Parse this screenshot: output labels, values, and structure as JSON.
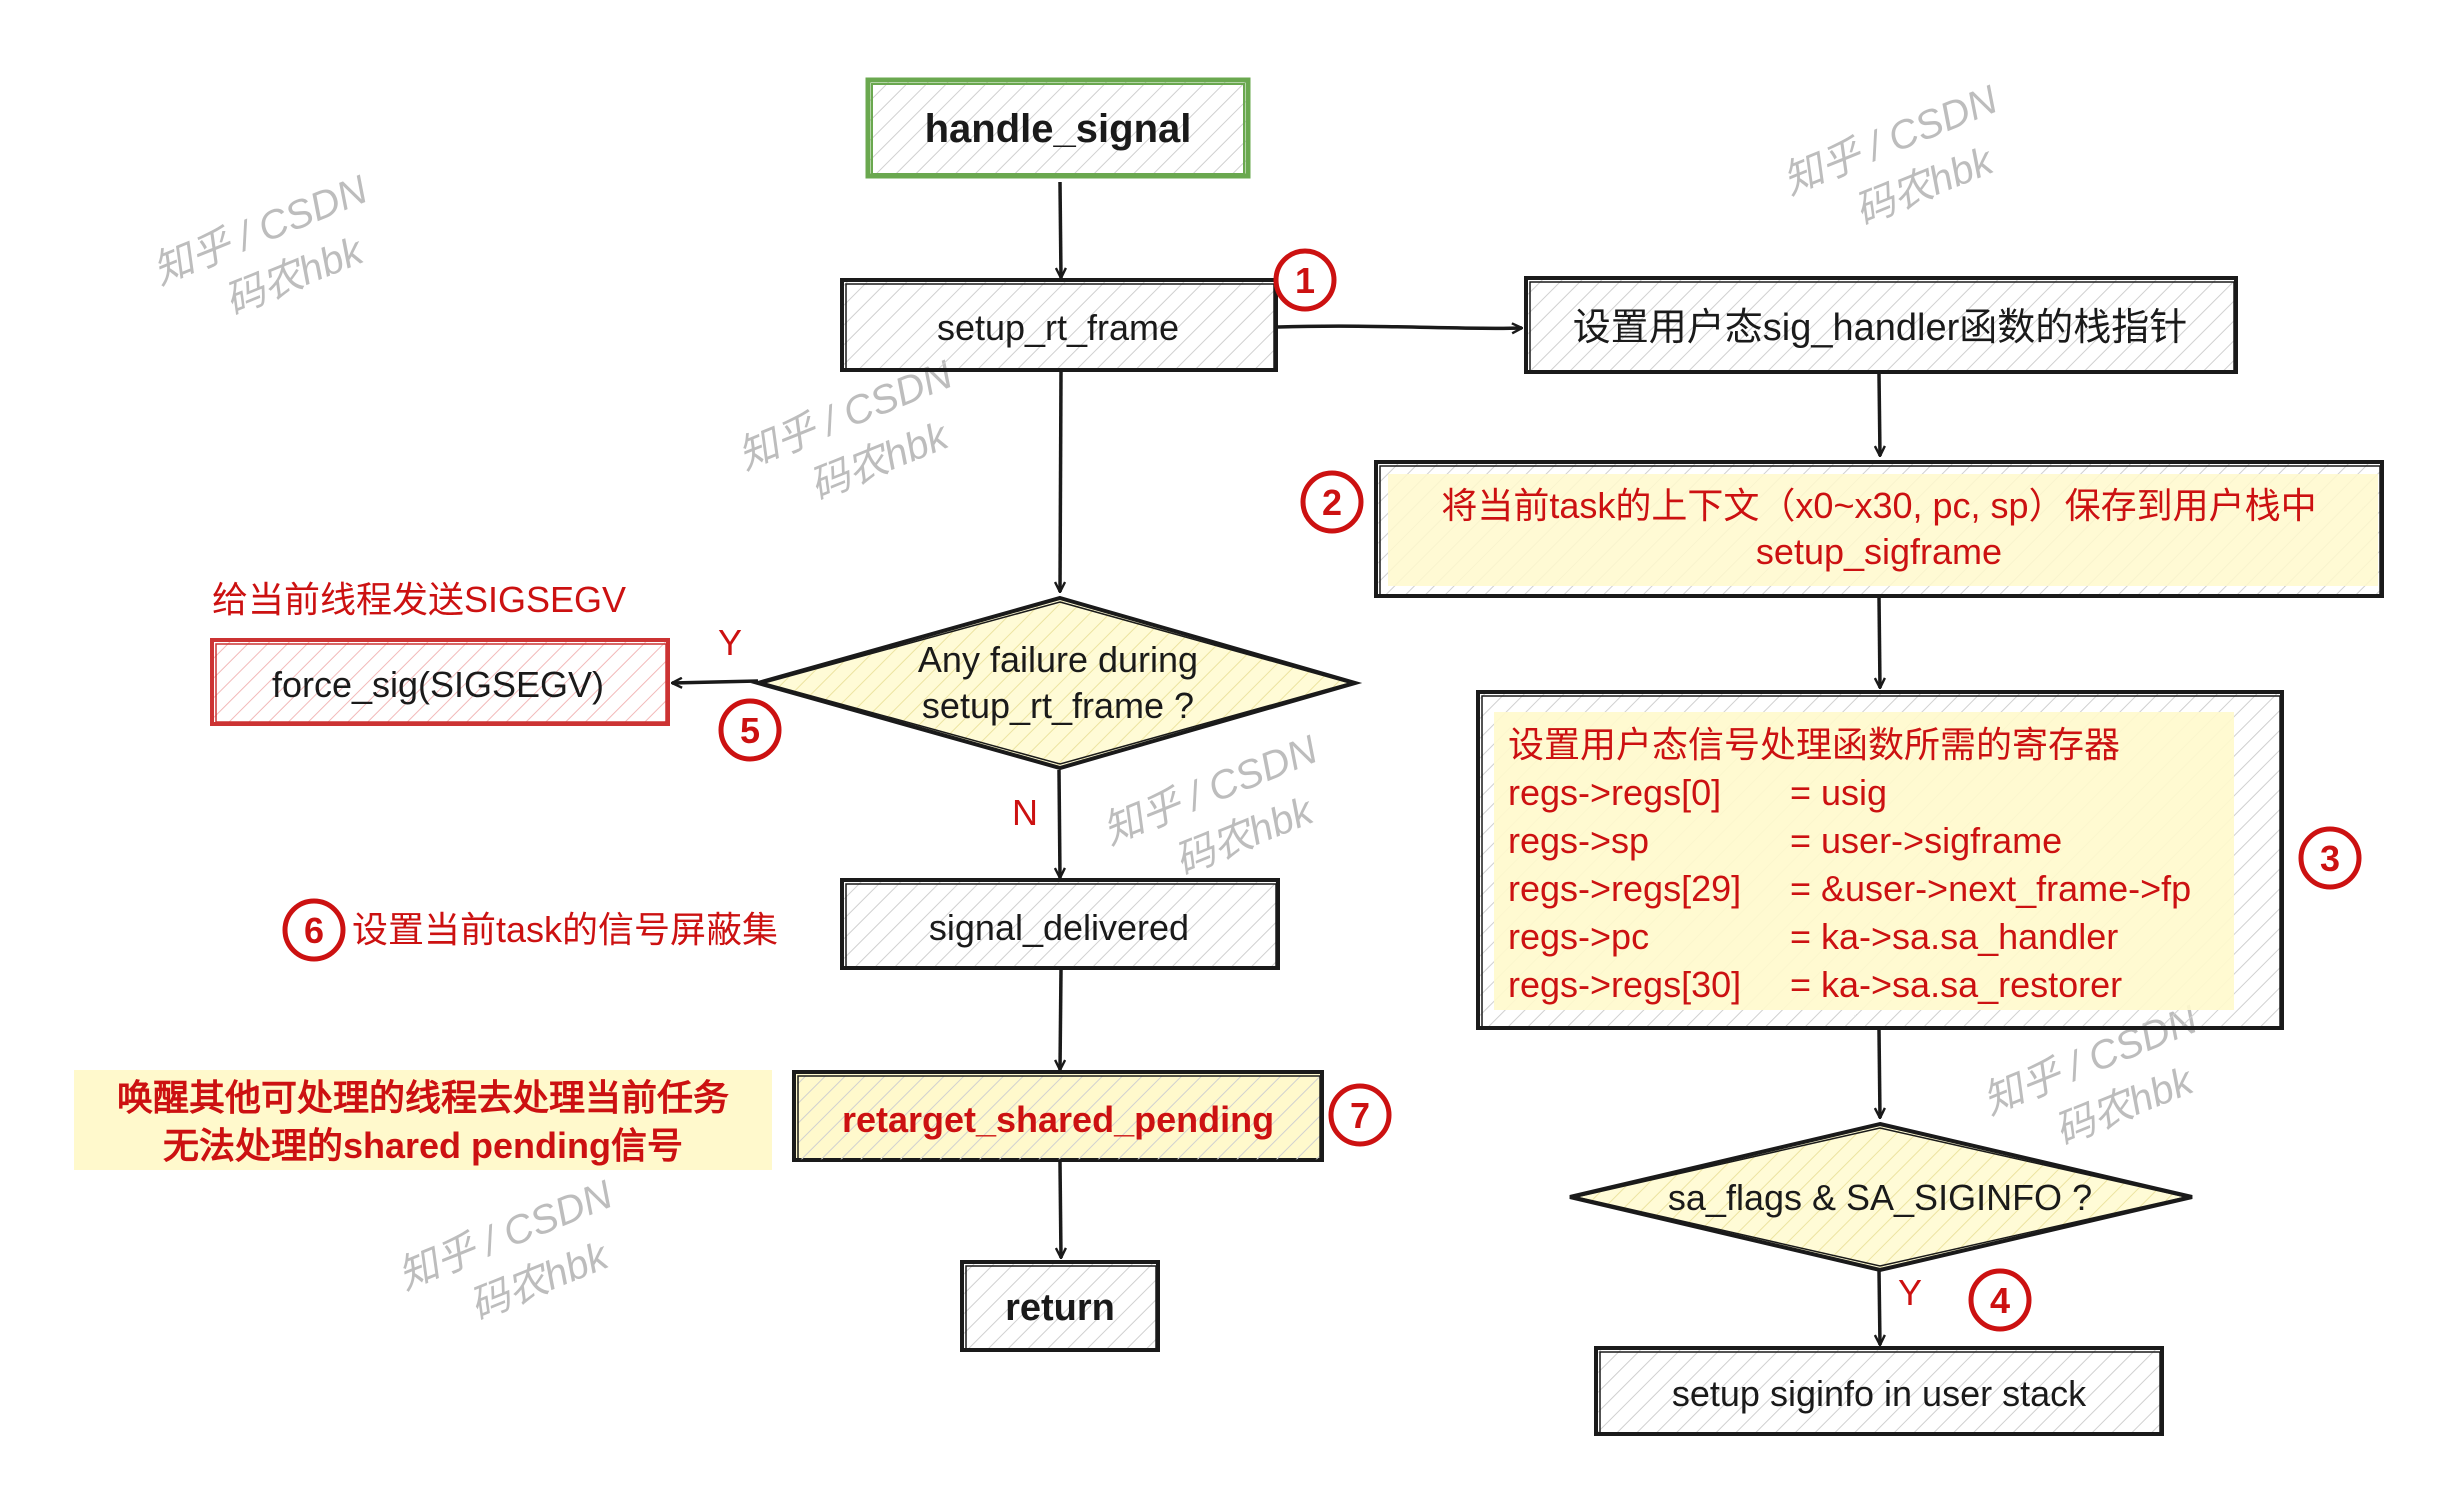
{
  "colors": {
    "ink": "#1a1a1a",
    "red": "#cc1111",
    "green": "#6aa84f",
    "yellow_fill": "#fff9cc",
    "pink_fill": "#fbe3e3",
    "hatch": "#c8c8c8",
    "watermark": "#b8b8b8"
  },
  "nodes": {
    "handle_signal": "handle_signal",
    "setup_rt_frame": "setup_rt_frame",
    "set_sp": "设置用户态sig_handler函数的栈指针",
    "save_ctx_line1": "将当前task的上下文（x0~x30, pc, sp）保存到用户栈中",
    "save_ctx_line2": "setup_sigframe",
    "regs_title": "设置用户态信号处理函数所需的寄存器",
    "regs_rows": [
      {
        "lhs": "regs->regs[0]",
        "rhs": "= usig"
      },
      {
        "lhs": "regs->sp",
        "rhs": "= user->sigframe"
      },
      {
        "lhs": "regs->regs[29]",
        "rhs": "= &user->next_frame->fp"
      },
      {
        "lhs": "regs->pc",
        "rhs": "= ka->sa.sa_handler"
      },
      {
        "lhs": "regs->regs[30]",
        "rhs": "= ka->sa.sa_restorer"
      }
    ],
    "decision_failure_line1": "Any failure during",
    "decision_failure_line2": "setup_rt_frame ?",
    "force_sig": "force_sig(SIGSEGV)",
    "force_sig_note": "给当前线程发送SIGSEGV",
    "signal_delivered": "signal_delivered",
    "signal_delivered_note": "设置当前task的信号屏蔽集",
    "retarget": "retarget_shared_pending",
    "retarget_note_line1": "唤醒其他可处理的线程去处理当前任务",
    "retarget_note_line2": "无法处理的shared pending信号",
    "return": "return",
    "decision_siginfo": "sa_flags & SA_SIGINFO ?",
    "setup_siginfo": "setup siginfo in user stack"
  },
  "edge_labels": {
    "yes_failure": "Y",
    "no_failure": "N",
    "yes_siginfo": "Y"
  },
  "badges": [
    "1",
    "2",
    "3",
    "4",
    "5",
    "6",
    "7"
  ],
  "watermark": {
    "line1": "知乎 / CSDN",
    "line2": "码农hbk"
  }
}
